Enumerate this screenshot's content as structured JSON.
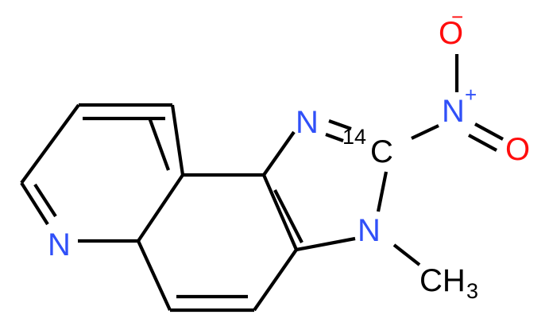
{
  "structure": {
    "atoms": {
      "pyridine_n": "N",
      "imidazole_n_top": "N",
      "imidazole_n_methyl": "N",
      "carbon_isotope_mass": "14",
      "carbon": "C",
      "nitro_n": "N",
      "nitro_n_charge": "+",
      "nitro_o_top": "O",
      "nitro_o_top_charge": "−",
      "nitro_o_right": "O",
      "methyl_c": "CH",
      "methyl_subscript": "3"
    },
    "colors": {
      "nitrogen": "#3050f8",
      "oxygen": "#ff0d0d",
      "carbon": "#000000",
      "bond": "#000000"
    }
  }
}
